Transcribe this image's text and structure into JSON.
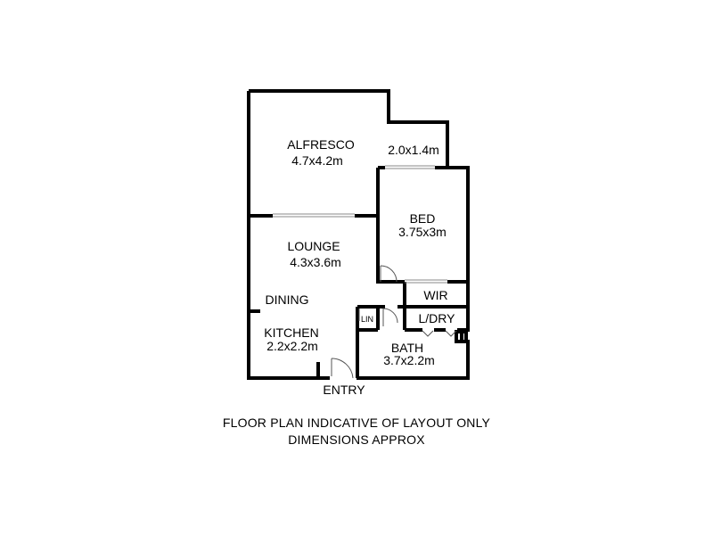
{
  "rooms": {
    "alfresco": {
      "name": "ALFRESCO",
      "size": "4.7x4.2m"
    },
    "alfresco_ext": {
      "size": "2.0x1.4m"
    },
    "bed": {
      "name": "BED",
      "size": "3.75x3m"
    },
    "lounge": {
      "name": "LOUNGE",
      "size": "4.3x3.6m"
    },
    "dining": {
      "name": "DINING"
    },
    "wir": {
      "name": "WIR"
    },
    "lin": {
      "name": "LIN"
    },
    "laundry": {
      "name": "L/DRY"
    },
    "kitchen": {
      "name": "KITCHEN",
      "size": "2.2x2.2m"
    },
    "bath": {
      "name": "BATH",
      "size": "3.7x2.2m"
    },
    "entry": {
      "name": "ENTRY"
    }
  },
  "notes": {
    "line1": "FLOOR PLAN INDICATIVE OF LAYOUT ONLY",
    "line2": "DIMENSIONS APPROX"
  }
}
